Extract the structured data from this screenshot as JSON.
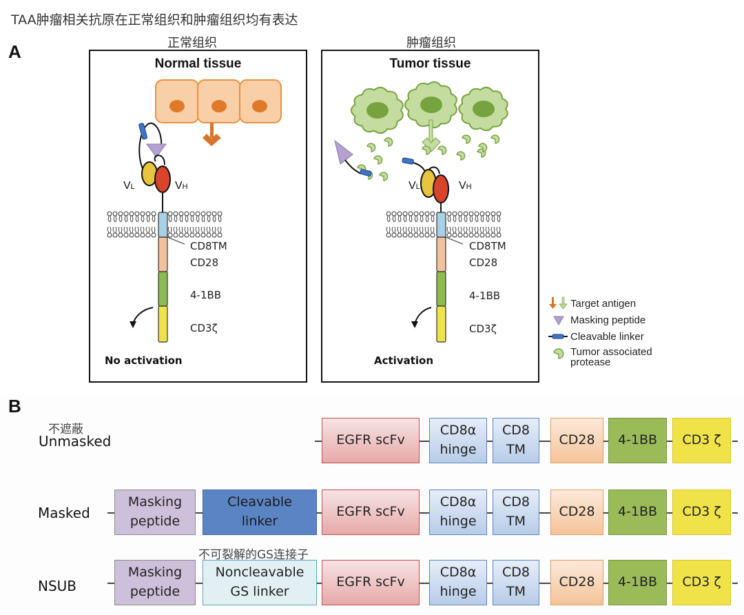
{
  "header": {
    "title_cn": "TAA肿瘤相关抗原在正常组织和肿瘤组织均有表达"
  },
  "panel_a": {
    "letter": "A",
    "normal": {
      "cn_label": "正常组织",
      "title": "Normal tissue",
      "vl": "V",
      "vl_sub": "L",
      "vh": "V",
      "vh_sub": "H",
      "segments": [
        "CD8TM",
        "CD28",
        "4-1BB",
        "CD3ζ"
      ],
      "outcome": "No activation"
    },
    "tumor": {
      "cn_label": "肿瘤组织",
      "title": "Tumor tissue",
      "vl": "V",
      "vl_sub": "L",
      "vh": "V",
      "vh_sub": "H",
      "segments": [
        "CD8TM",
        "CD28",
        "4-1BB",
        "CD3ζ"
      ],
      "outcome": "Activation"
    },
    "legend": [
      {
        "icon": "target-antigen-icon",
        "label": "Target antigen"
      },
      {
        "icon": "masking-peptide-icon",
        "label": "Masking peptide"
      },
      {
        "icon": "cleavable-linker-icon",
        "label": "Cleavable linker"
      },
      {
        "icon": "protease-icon",
        "label": "Tumor associated protease"
      }
    ],
    "colors": {
      "normal_cell": "#f6c08f",
      "normal_nucleus": "#e07a2a",
      "tumor_cell": "#c5dca0",
      "tumor_nucleus": "#76a23f",
      "vl": "#e8c53e",
      "vh": "#d9442b",
      "mask": "#b3a2cf",
      "linker": "#3f74c6",
      "cd8tm": "#a9d1e5",
      "cd28": "#f1c29c",
      "bb41": "#8dbb52",
      "cd3": "#efe34c"
    }
  },
  "panel_b": {
    "letter": "B",
    "rows": [
      {
        "label": "Unmasked",
        "cn_label": "不遮蔽",
        "blocks": [
          "EGFR scFv",
          "CD8α\nhinge",
          "CD8\nTM",
          "CD28",
          "4-1BB",
          "CD3 ζ"
        ]
      },
      {
        "label": "Masked",
        "blocks": [
          "Masking\npeptide",
          "Cleavable\nlinker",
          "EGFR scFv",
          "CD8α\nhinge",
          "CD8\nTM",
          "CD28",
          "4-1BB",
          "CD3 ζ"
        ]
      },
      {
        "label": "NSUB",
        "cn_annotation": "不可裂解的GS连接子",
        "blocks": [
          "Masking\npeptide",
          "Noncleavable\nGS linker",
          "EGFR scFv",
          "CD8α\nhinge",
          "CD8\nTM",
          "CD28",
          "4-1BB",
          "CD3 ζ"
        ]
      }
    ]
  }
}
